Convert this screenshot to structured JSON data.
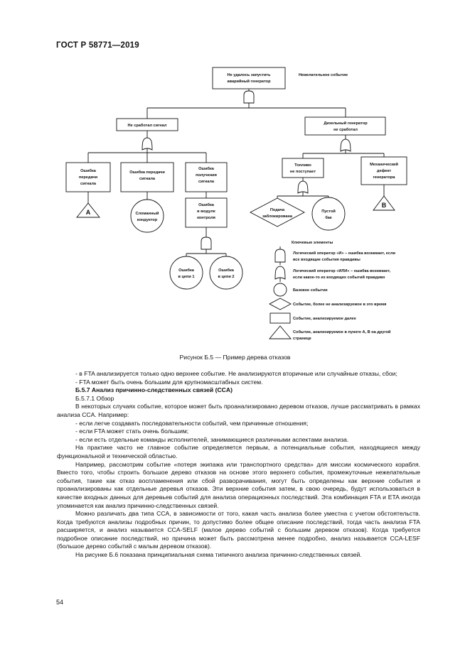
{
  "header": {
    "doc_id": "ГОСТ Р 58771—2019"
  },
  "figure": {
    "top_event": [
      "Не удалось запустить",
      "аварийный генератор"
    ],
    "top_note": "Нежелательное событие",
    "left_event": [
      "Не сработал сигнал"
    ],
    "right_event": [
      "Дизельный генератор",
      "не сработал"
    ],
    "signal_transmit_error": [
      "Ошибка",
      "передачи",
      "сигнала"
    ],
    "signal_transmit_error2": [
      "Ошибка передачи",
      "сигнала"
    ],
    "signal_receive_error": [
      "Ошибка",
      "получения",
      "сигнала"
    ],
    "module_error": [
      "Ошибка",
      "в модуле",
      "контроля"
    ],
    "broken_conductor": [
      "Сломанный",
      "кондуктор"
    ],
    "circuit1_error": [
      "Ошибка",
      "в цепи 1"
    ],
    "circuit2_error": [
      "Ошибка",
      "в цепи 2"
    ],
    "fuel_event": [
      "Топливо",
      "не поступает"
    ],
    "mech_defect": [
      "Механический",
      "дефект",
      "генератора"
    ],
    "filter_clogged": [
      "Подача",
      "заблокирована"
    ],
    "empty_tank": [
      "Пустой",
      "бак"
    ],
    "transfer_a": "A",
    "transfer_b": "B",
    "legend_title": "Ключевые элементы",
    "legend": {
      "and_gate": [
        "Логический оператор «И» – ошибка возникает, если",
        "все входящие события правдивы"
      ],
      "or_gate": [
        "Логический оператор «ИЛИ» – ошибка возникает,",
        "если какое-то из входящих событий правдиво"
      ],
      "basic": [
        "Базовое событие"
      ],
      "undeveloped": [
        "Событие, более не анализируемое в это время"
      ],
      "analysed": [
        "Событие, анализируемое далее"
      ],
      "transfer": [
        "Событие, анализируемое в пункте A, B на другой",
        "странице"
      ]
    }
  },
  "caption": "Рисунок Б.5 — Пример дерева отказов",
  "text": {
    "bullet1": "- в FTA анализируется только одно верхнее событие. Не анализируются вторичные или случайные отказы, сбои;",
    "bullet2": "- FTA может быть очень большим для крупномасштабных систем.",
    "section_heading": "Б.5.7  Анализ причинно-следственных связей (CCA)",
    "subsection": "Б.5.7.1  Обзор",
    "p1": "В некоторых случаях событие, которое может быть проанализировано деревом отказов, лучше рассматривать в рамках анализа CCA. Например:",
    "b1": "- если легче создавать последовательности событий, чем причинные отношения;",
    "b2": "- если FTA может стать очень большим;",
    "b3": "- если есть отдельные команды исполнителей, занимающиеся различными аспектами анализа.",
    "p2": "На практике часто не главное событие определяется первым, а потенциальные события, находящиеся между функциональной и технической областью.",
    "p3": "Например, рассмотрим событие «потеря экипажа или транспортного средства» для миссии космического корабля. Вместо того, чтобы строить большое дерево отказов на основе этого верхнего события, промежуточные нежелательные события, такие как отказ воспламенения или сбой разворачивания, могут быть определены как верхние события и проанализированы как отдельные деревья отказов. Эти верхние события затем, в свою очередь, будут использоваться в качестве входных данных для деревьев событий для анализа операционных последствий. Эта комбинация FTA и ETA иногда упоминается как анализ причинно-следственных связей.",
    "p4": "Можно различать два типа CCA, в зависимости от того, какая часть анализа более уместна с учетом обстоятельств. Когда требуются анализы подробных причин, то допустимо более общее описание последствий, тогда часть анализа FTA расширяется, и анализ называется CCA-SELF (малое дерево событий с большим деревом отказов). Когда требуется подробное описание последствий, но причина может быть рассмотрена менее подробно, анализ называется CCA-LESF (большое дерево событий с малым деревом отказов).",
    "p5": "На рисунке Б.6 показана принципиальная схема типичного анализа причинно-следственных связей."
  },
  "page_number": "54"
}
